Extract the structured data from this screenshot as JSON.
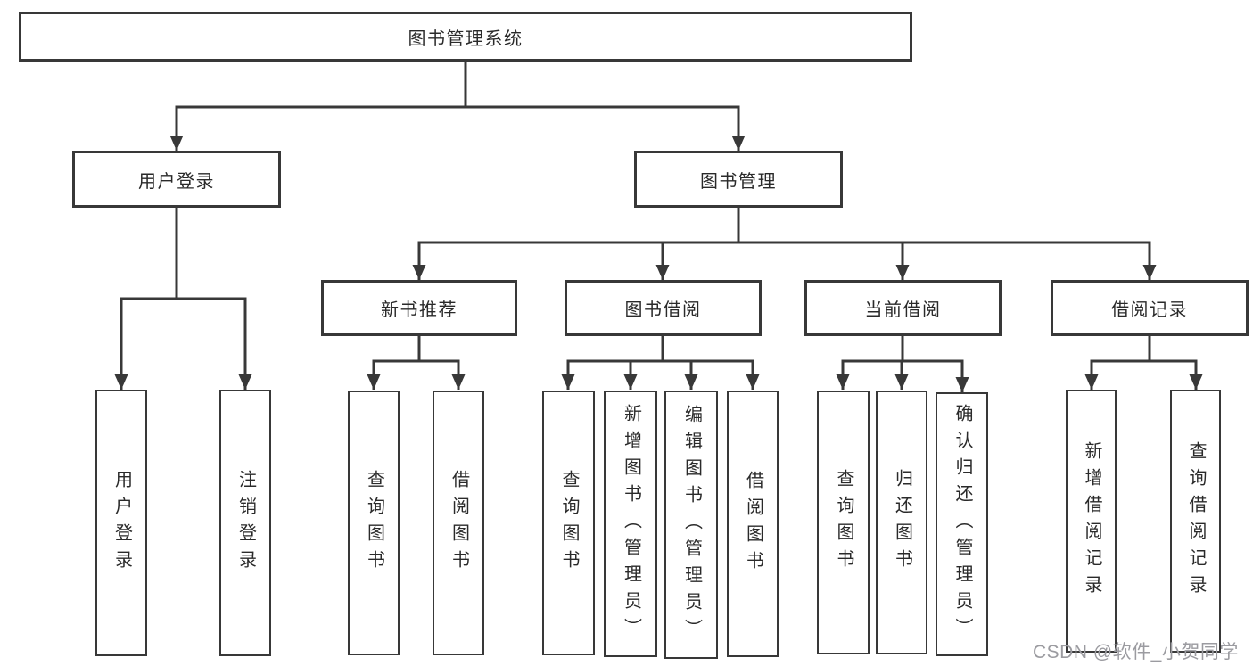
{
  "colors": {
    "line": "#383838",
    "box_border": "#383838",
    "text": "#2a2a2a",
    "watermark": "#9b9ba0",
    "background": "#ffffff"
  },
  "tree": {
    "root": "图书管理系统",
    "level2": [
      {
        "label": "用户登录",
        "children": [
          "用户登录",
          "注销登录"
        ]
      },
      {
        "label": "图书管理",
        "groups": [
          {
            "label": "新书推荐",
            "children": [
              "查询图书",
              "借阅图书"
            ]
          },
          {
            "label": "图书借阅",
            "children": [
              "查询图书",
              "新增图书（管理员）",
              "编辑图书（管理员）",
              "借阅图书"
            ]
          },
          {
            "label": "当前借阅",
            "children": [
              "查询图书",
              "归还图书",
              "确认归还（管理员）"
            ]
          },
          {
            "label": "借阅记录",
            "children": [
              "新增借阅记录",
              "查询借阅记录"
            ]
          }
        ]
      }
    ]
  },
  "watermark": "CSDN @软件_小贺同学"
}
